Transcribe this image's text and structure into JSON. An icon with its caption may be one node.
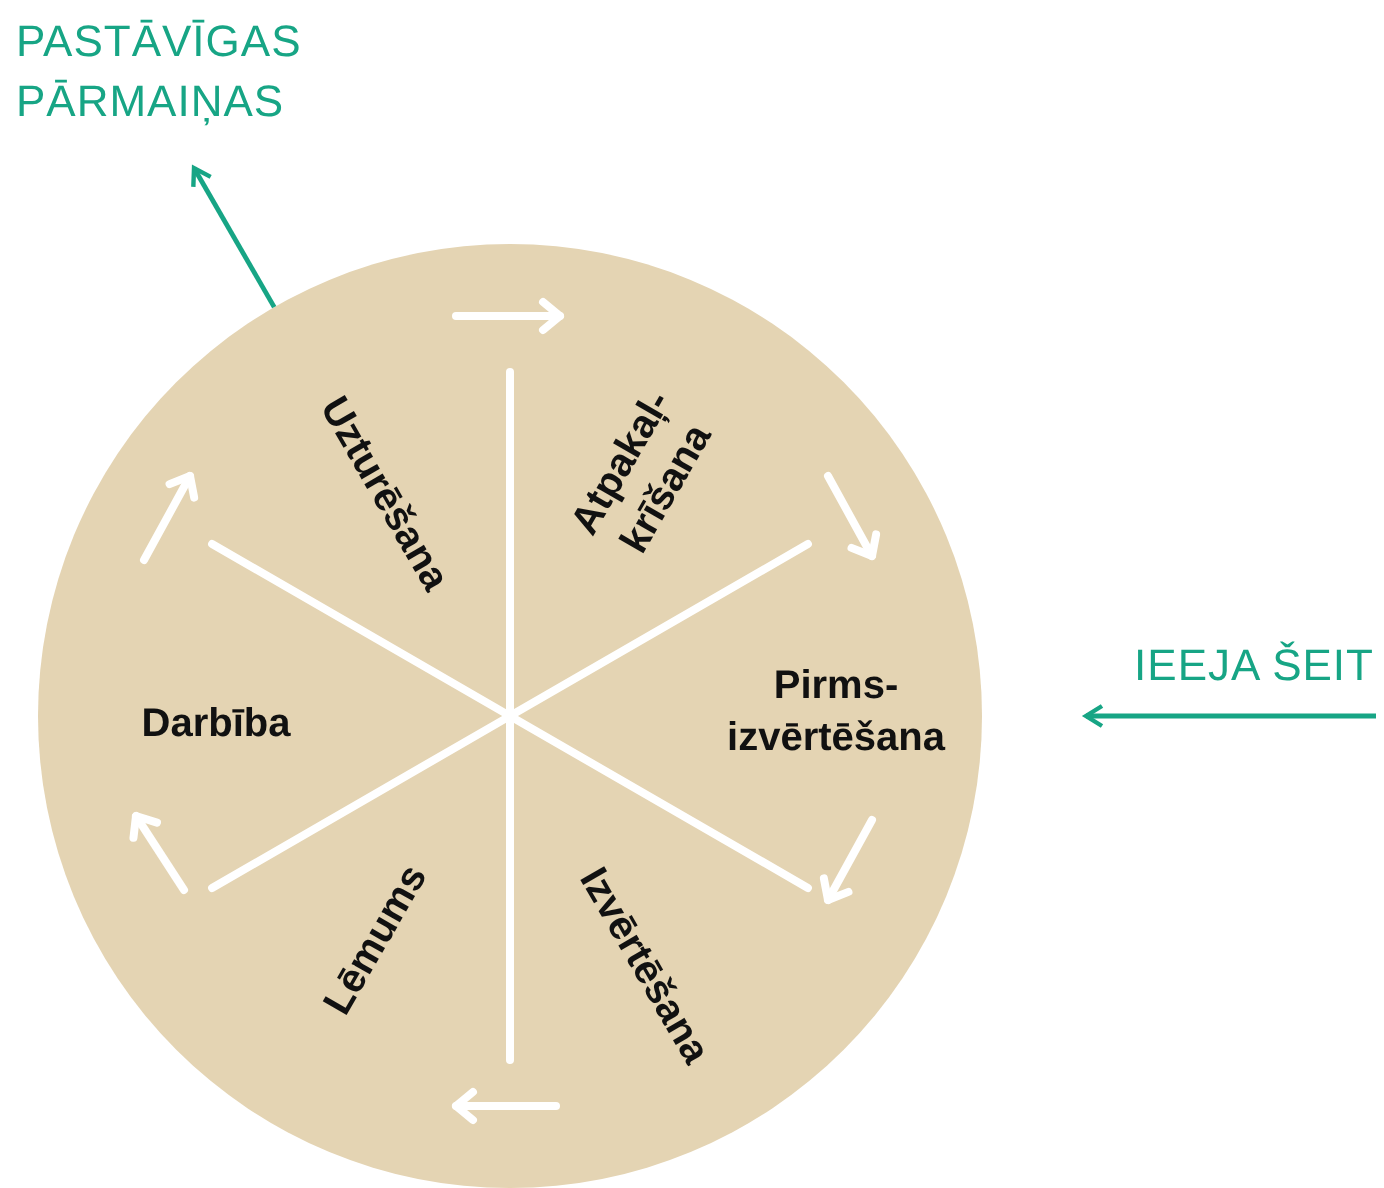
{
  "diagram": {
    "nodes": [
      {
        "text": [],
        "shape": "circle"
      },
      {
        "text": [
          "PASTĀVĪGAS PĀRMAIŅAS"
        ]
      }
    ],
    "edges": [
      {
        "from": 0,
        "to": 1,
        "arrow": "to"
      },
      {
        "from": null,
        "to": 0,
        "arrow": "to",
        "label": "IEEJA ŠEIT"
      }
    ],
    "labels": [
      "Uzturēšana",
      "Atpakaļ- krīšana",
      "Pirms- izvērtēšana",
      "Darbība",
      "Lēmums",
      "Izvērtēšana"
    ]
  }
}
